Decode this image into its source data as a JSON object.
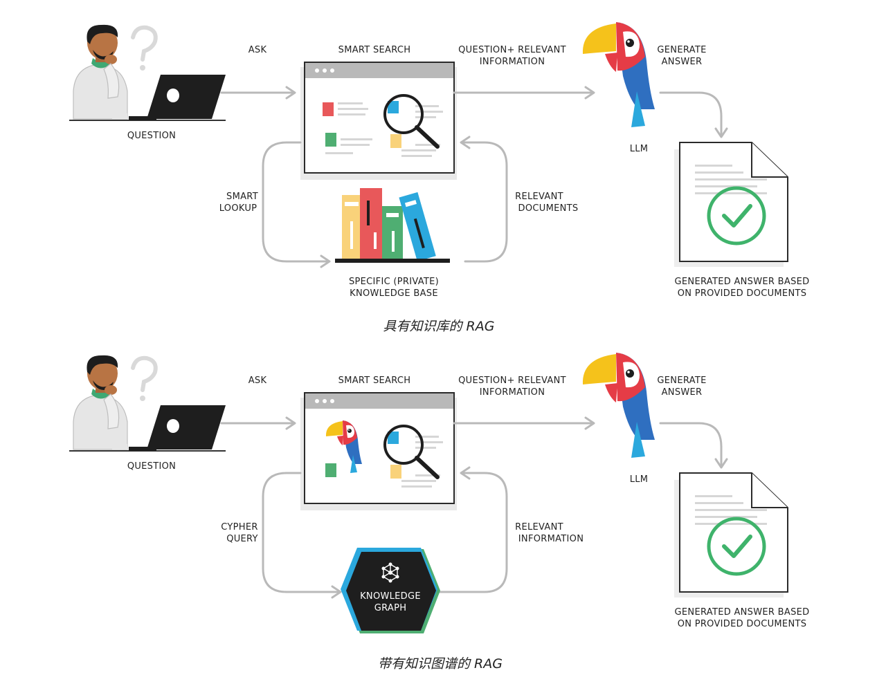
{
  "panel_top": {
    "question_label": "QUESTION",
    "ask_label": "ASK",
    "search_label": "SMART SEARCH",
    "qri_line1": "QUESTION+ RELEVANT",
    "qri_line2": "INFORMATION",
    "generate_line1": "GENERATE",
    "generate_line2": "ANSWER",
    "llm_label": "LLM",
    "left_line1": "SMART",
    "left_line2": "LOOKUP",
    "right_line1": "RELEVANT",
    "right_line2": "DOCUMENTS",
    "source_line1": "SPECIFIC (PRIVATE)",
    "source_line2": "KNOWLEDGE BASE",
    "answer_line1": "GENERATED ANSWER BASED",
    "answer_line2": "ON PROVIDED DOCUMENTS",
    "caption": "具有知识库的 RAG"
  },
  "panel_bottom": {
    "question_label": "QUESTION",
    "ask_label": "ASK",
    "search_label": "SMART SEARCH",
    "qri_line1": "QUESTION+ RELEVANT",
    "qri_line2": "INFORMATION",
    "generate_line1": "GENERATE",
    "generate_line2": "ANSWER",
    "llm_label": "LLM",
    "left_line1": "CYPHER",
    "left_line2": "QUERY",
    "right_line1": "RELEVANT",
    "right_line2": "INFORMATION",
    "kg_line1": "KNOWLEDGE",
    "kg_line2": "GRAPH",
    "answer_line1": "GENERATED ANSWER BASED",
    "answer_line2": "ON PROVIDED DOCUMENTS",
    "caption": "带有知识图谱的 RAG"
  },
  "colors": {
    "red": "#e8585a",
    "green": "#4fae72",
    "yellow": "#f9d27a",
    "blue": "#2ba8dd",
    "parrot_blue": "#2f6fc0",
    "parrot_red": "#e53c46",
    "parrot_yellow": "#f5c21b",
    "kg_black": "#1e1e1e",
    "kg_teal": "#2ba8dd",
    "kg_green": "#4fae72",
    "check_green": "#3fb36b"
  },
  "icons": [
    "person-icon",
    "laptop-icon",
    "question-mark-icon",
    "browser-window-icon",
    "magnifier-icon",
    "books-icon",
    "parrot-icon",
    "document-icon",
    "check-icon",
    "graph-network-icon"
  ]
}
